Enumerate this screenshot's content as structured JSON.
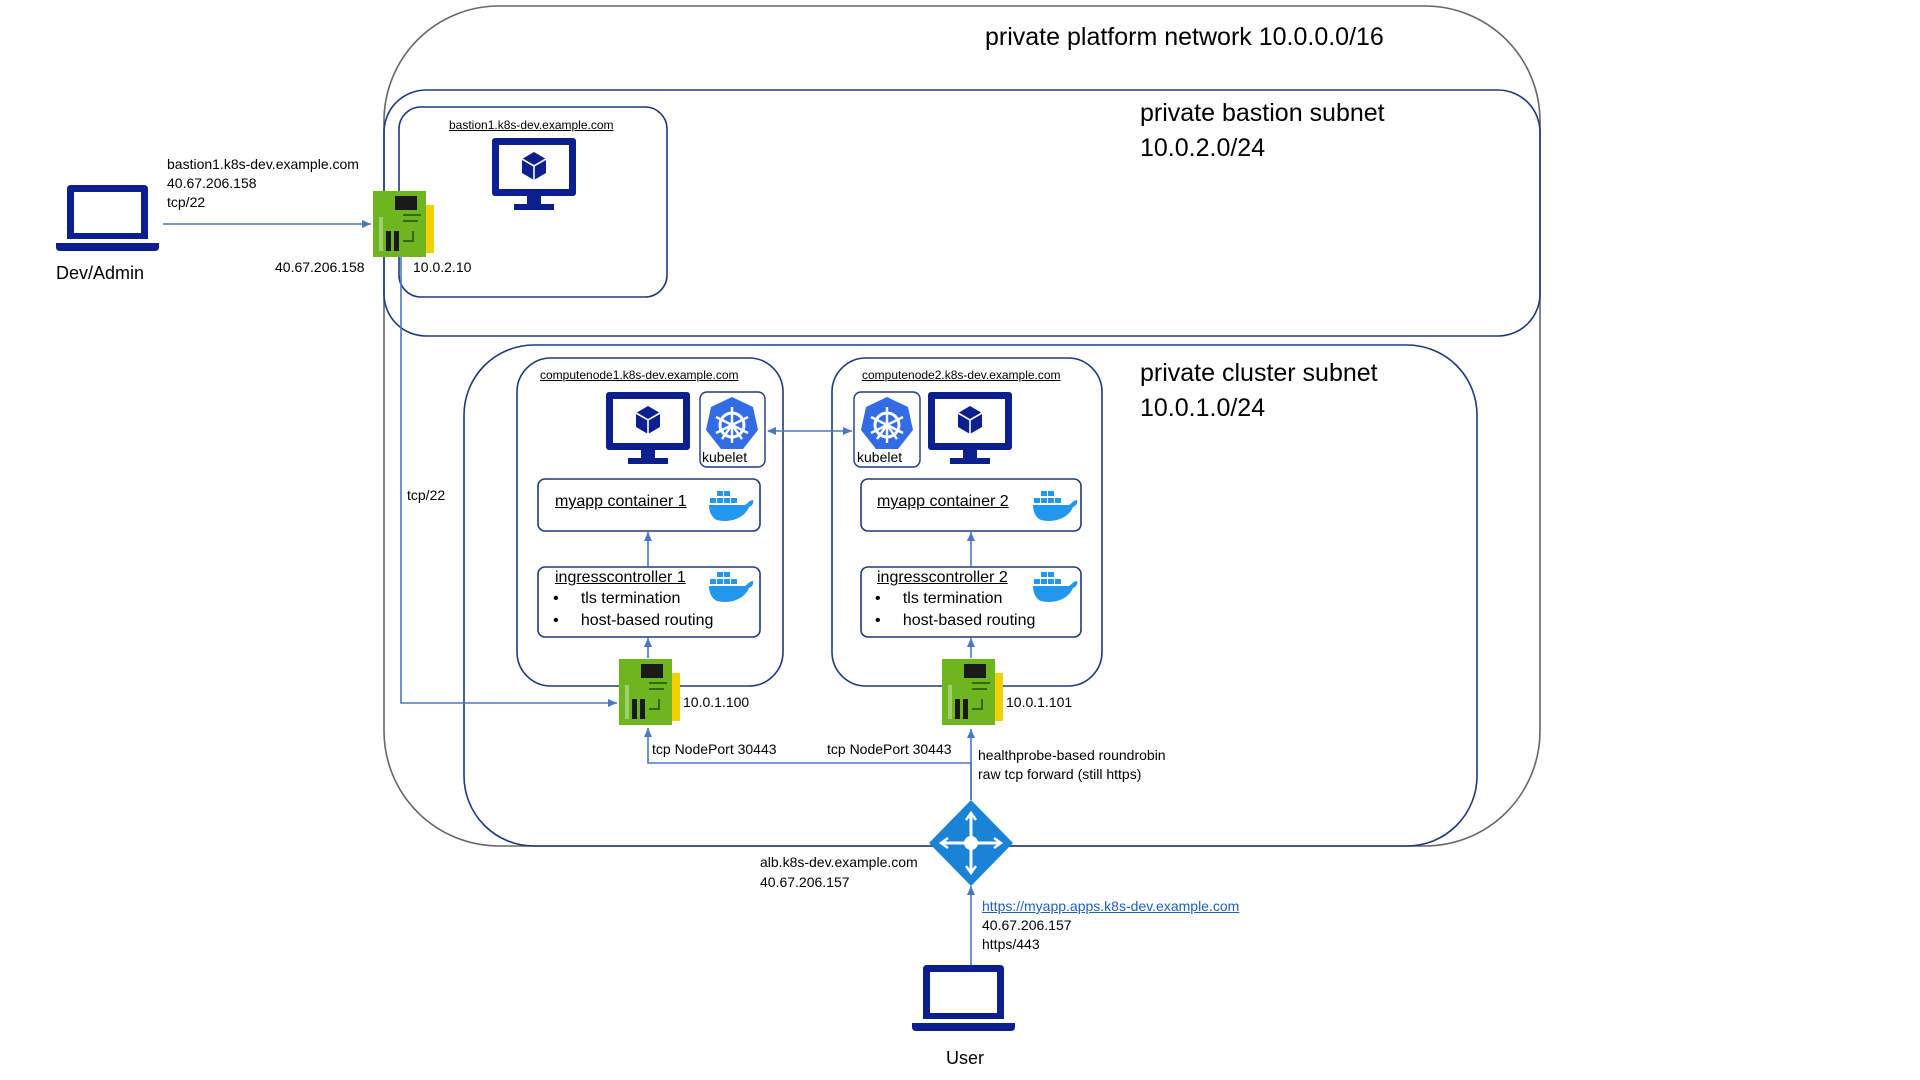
{
  "zones": {
    "platform": "private platform network 10.0.0.0/16",
    "bastion_subnet": [
      "private bastion subnet",
      "10.0.2.0/24"
    ],
    "cluster_subnet": [
      "private cluster subnet",
      "10.0.1.0/24"
    ]
  },
  "bastion": {
    "host": "bastion1.k8s-dev.example.com",
    "nic_ip": "10.0.2.10",
    "public_ip": "40.67.206.158"
  },
  "dev_admin": {
    "label": "Dev/Admin",
    "conn_host": "bastion1.k8s-dev.example.com",
    "conn_ip": "40.67.206.158",
    "conn_port": "tcp/22"
  },
  "ssh_link": "tcp/22",
  "nodes": [
    {
      "host": "computenode1.k8s-dev.example.com",
      "kubelet": "kubelet",
      "app": "myapp container 1",
      "ingress": "ingresscontroller 1",
      "bullets": [
        "tls termination",
        "host-based routing"
      ],
      "nic_ip": "10.0.1.100",
      "nodeport": "tcp NodePort 30443"
    },
    {
      "host": "computenode2.k8s-dev.example.com",
      "kubelet": "kubelet",
      "app": "myapp container 2",
      "ingress": "ingresscontroller 2",
      "bullets": [
        "tls termination",
        "host-based routing"
      ],
      "nic_ip": "10.0.1.101",
      "nodeport": "tcp NodePort 30443"
    }
  ],
  "alb": {
    "note1": "healthprobe-based roundrobin",
    "note2": "raw tcp forward (still https)",
    "host": "alb.k8s-dev.example.com",
    "ip": "40.67.206.157"
  },
  "user": {
    "label": "User",
    "url": "https://myapp.apps.k8s-dev.example.com",
    "ip": "40.67.206.157",
    "port": "https/443"
  },
  "colors": {
    "navy": "#1e3a7a",
    "vm_blue": "#0b1f8f",
    "arrow": "#4a78c8",
    "k8s_blue": "#326ce5",
    "docker_blue": "#2396ed",
    "nic_green": "#6fb51f",
    "nic_yellow": "#f5d000",
    "alb_blue": "#1a83d6"
  }
}
